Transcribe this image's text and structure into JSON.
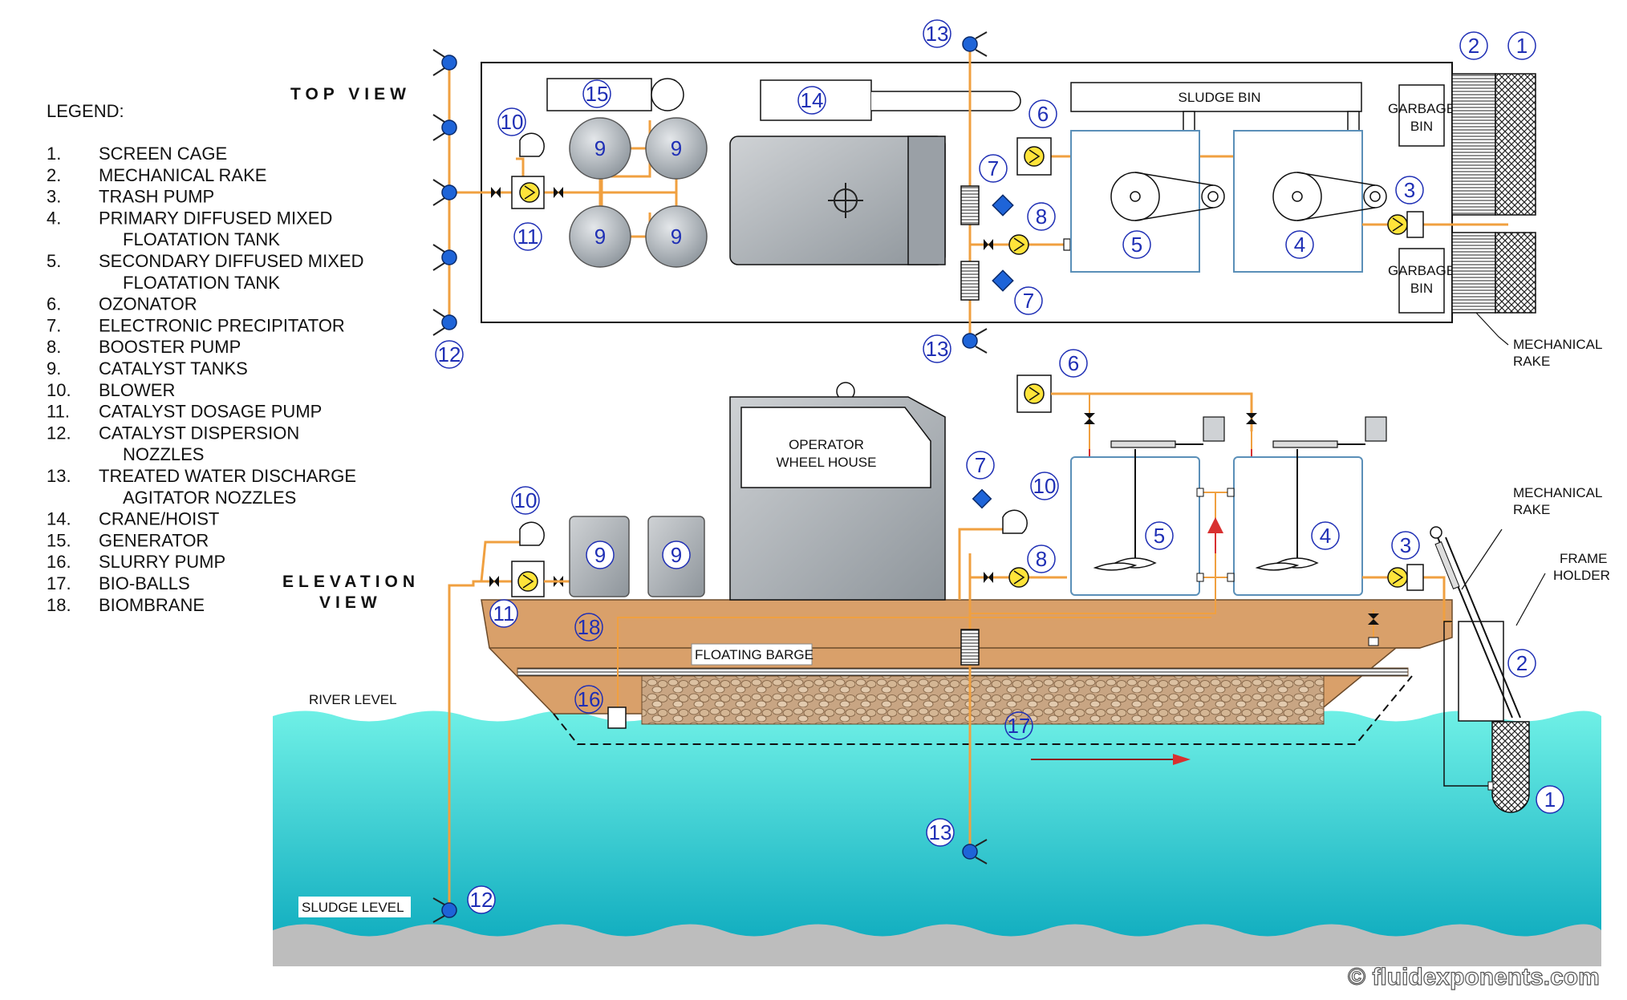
{
  "views": {
    "top": "TOP VIEW",
    "elevation_line1": "ELEVATION",
    "elevation_line2": "VIEW"
  },
  "legend": {
    "title": "LEGEND:",
    "items": [
      {
        "n": "1.",
        "text": "SCREEN CAGE"
      },
      {
        "n": "2.",
        "text": "MECHANICAL RAKE"
      },
      {
        "n": "3.",
        "text": "TRASH PUMP"
      },
      {
        "n": "4.",
        "text": "PRIMARY DIFFUSED MIXED",
        "text2": "FLOATATION TANK"
      },
      {
        "n": "5.",
        "text": "SECONDARY DIFFUSED MIXED",
        "text2": "FLOATATION TANK"
      },
      {
        "n": "6.",
        "text": "OZONATOR"
      },
      {
        "n": "7.",
        "text": "ELECTRONIC PRECIPITATOR"
      },
      {
        "n": "8.",
        "text": "BOOSTER PUMP"
      },
      {
        "n": "9.",
        "text": "CATALYST TANKS"
      },
      {
        "n": "10.",
        "text": "BLOWER"
      },
      {
        "n": "11.",
        "text": "CATALYST DOSAGE PUMP"
      },
      {
        "n": "12.",
        "text": "CATALYST DISPERSION",
        "text2": "NOZZLES"
      },
      {
        "n": "13.",
        "text": "TREATED WATER DISCHARGE",
        "text2": "AGITATOR NOZZLES"
      },
      {
        "n": "14.",
        "text": "CRANE/HOIST"
      },
      {
        "n": "15.",
        "text": "GENERATOR"
      },
      {
        "n": "16.",
        "text": "SLURRY PUMP"
      },
      {
        "n": "17.",
        "text": "BIO-BALLS"
      },
      {
        "n": "18.",
        "text": "BIOMBRANE"
      }
    ]
  },
  "labels": {
    "sludge_bin": "SLUDGE BIN",
    "garbage_l1": "GARBAGE",
    "garbage_l2": "BIN",
    "mech_rake_l1": "MECHANICAL",
    "mech_rake_l2": "RAKE",
    "frame_l1": "FRAME",
    "frame_l2": "HOLDER",
    "operator_l1": "OPERATOR",
    "operator_l2": "WHEEL HOUSE",
    "floating_barge": "FLOATING BARGE",
    "river_level": "RIVER LEVEL",
    "sludge_level": "SLUDGE LEVEL",
    "watermark": "© fluidexponents.com"
  },
  "callouts": {
    "c1": "1",
    "c2": "2",
    "c3": "3",
    "c4": "4",
    "c5": "5",
    "c6": "6",
    "c7": "7",
    "c8": "8",
    "c9": "9",
    "c10": "10",
    "c11": "11",
    "c12": "12",
    "c13": "13",
    "c14": "14",
    "c15": "15",
    "c16": "16",
    "c17": "17",
    "c18": "18"
  },
  "colors": {
    "pipe": "#f0a040",
    "water_top": "#5fe6e0",
    "water_bottom": "#14b2c2",
    "barge": "#d9a06a",
    "callout_text": "#1f2fb5",
    "nozzle": "#1e64d8",
    "tank_outline": "#5a8fb8",
    "river_bed": "#bdbdbd"
  }
}
